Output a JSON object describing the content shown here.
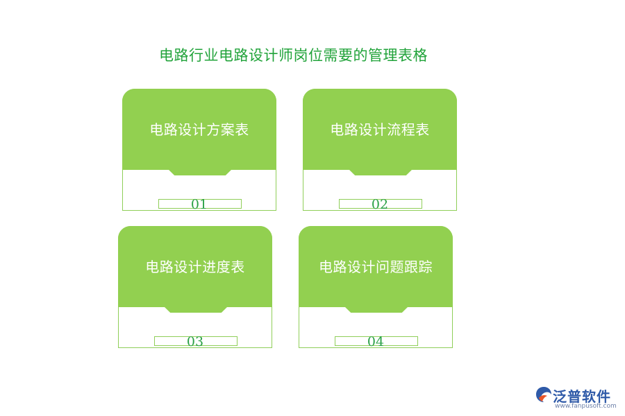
{
  "title": "电路行业电路设计师岗位需要的管理表格",
  "cards": [
    {
      "label": "电路设计方案表",
      "number": "01"
    },
    {
      "label": "电路设计流程表",
      "number": "02"
    },
    {
      "label": "电路设计进度表",
      "number": "03"
    },
    {
      "label": "电路设计问题跟踪",
      "number": "04"
    }
  ],
  "logo": {
    "brand": "泛普软件",
    "url": "www.fanpusoft.com",
    "icon": "fanpu-logo-icon"
  },
  "colors": {
    "title": "#21a33a",
    "card_header": "#92d050",
    "card_border": "#8fce58",
    "number": "#2aa046"
  }
}
